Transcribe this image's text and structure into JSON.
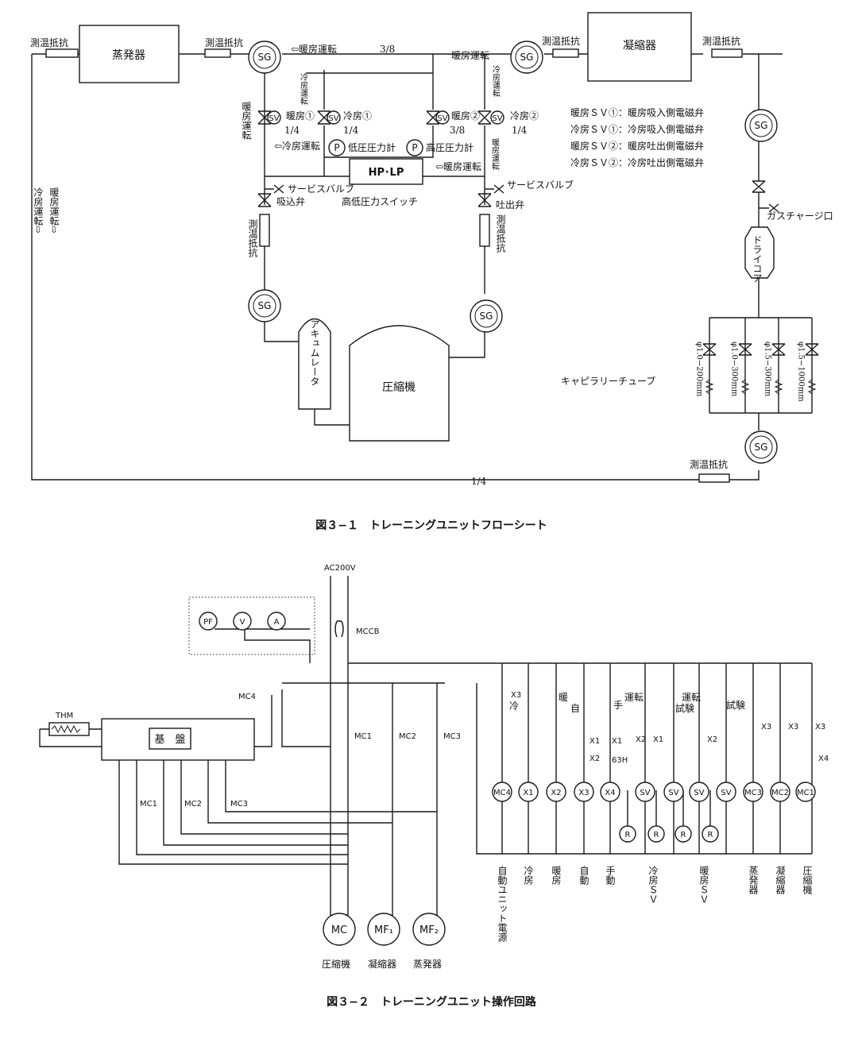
{
  "fig1": {
    "caption": "図３−１　トレーニングユニットフローシート",
    "evaporator": "蒸発器",
    "condenser": "凝縮器",
    "compressor": "圧縮機",
    "accumulator": "アキュムレータ",
    "dryer": "ドライコア",
    "pressure_switch": "HP･LP",
    "pressure_switch_label": "高低圧力スイッチ",
    "sight_glass": "SG",
    "sv": "SV",
    "pressure_gauge": "P",
    "temp_resistor": "測温抵抗",
    "heating_op": "⇦暖房運転",
    "heating_op_short": "⇦暖房運転",
    "cooling_op": "⇦冷房運転",
    "cooling_op_v": "冷房運転",
    "heating_op_v": "暖房運転",
    "heating_op_block": "暖房運転",
    "left_vert_cool": "冷房運転⇨",
    "left_vert_heat": "暖房運転⇨",
    "pipe_38_top": "3/8",
    "pipe_14_bottom": "1/4",
    "sv_heat1": "暖房①",
    "sv_heat1_size": "1/4",
    "sv_cool1": "冷房①",
    "sv_cool1_size": "1/4",
    "sv_heat2": "暖房②",
    "sv_heat2_size": "3/8",
    "sv_cool2": "冷房②",
    "sv_cool2_size": "1/4",
    "low_gauge": "低圧圧力計",
    "high_gauge": "高圧圧力計",
    "service_valve": "サービスバルブ",
    "suction_valve": "吸込弁",
    "discharge_valve": "吐出弁",
    "gas_charge": "ガスチャージ口",
    "capillary": "キャピラリーチューブ",
    "cap_tubes": [
      "φ1.0−200mm",
      "φ1.0−300mm",
      "φ1.5−300mm",
      "φ1.5−1000mm"
    ],
    "legend": [
      "暖房ＳＶ①：暖房吸入側電磁弁",
      "冷房ＳＶ①：冷房吸入側電磁弁",
      "暖房ＳＶ②：暖房吐出側電磁弁",
      "冷房ＳＶ②：冷房吐出側電磁弁"
    ]
  },
  "fig2": {
    "caption": "図３−２　トレーニングユニット操作回路",
    "supply": "AC200V",
    "mccb": "MCCB",
    "meters": [
      "PF",
      "V",
      "A"
    ],
    "thm": "THM",
    "board": "基　盤",
    "contacts": {
      "mc4": "MC4",
      "mc1": "MC1",
      "mc2": "MC2",
      "mc3": "MC3"
    },
    "motors": [
      {
        "sym": "MC",
        "label": "圧縮機"
      },
      {
        "sym": "MF₁",
        "label": "凝縮器"
      },
      {
        "sym": "MF₂",
        "label": "蒸発器"
      }
    ],
    "switch_labels": {
      "cool": "冷",
      "heat": "暖",
      "auto": "自",
      "manual": "手",
      "run1": "運転",
      "run2": "運転",
      "test1": "試験",
      "test2": "試験",
      "x1": "X1",
      "x2": "X2",
      "x3": "X3",
      "x4": "X4",
      "h63": "63H"
    },
    "coils": [
      "MC4",
      "X1",
      "X2",
      "X3",
      "X4",
      "SV",
      "SV",
      "SV",
      "SV",
      "MC3",
      "MC2",
      "MC1"
    ],
    "resistor": "R",
    "bottom_labels": [
      "自動ユニット電源",
      "冷房",
      "暖房",
      "自動",
      "手動",
      "冷房ＳＶ",
      "暖房ＳＶ",
      "蒸発器",
      "凝縮器",
      "圧縮機"
    ]
  }
}
